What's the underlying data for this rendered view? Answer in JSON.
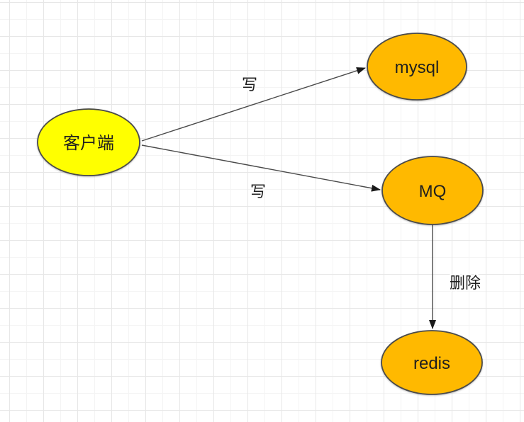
{
  "diagram": {
    "nodes": [
      {
        "id": "client",
        "label": "客户端",
        "fill": "#FFFF00"
      },
      {
        "id": "mysql",
        "label": "mysql",
        "fill": "#FFB900"
      },
      {
        "id": "mq",
        "label": "MQ",
        "fill": "#FFB900"
      },
      {
        "id": "redis",
        "label": "redis",
        "fill": "#FFB900"
      }
    ],
    "edges": [
      {
        "from": "客户端",
        "to": "mysql",
        "label": "写"
      },
      {
        "from": "客户端",
        "to": "MQ",
        "label": "写"
      },
      {
        "from": "MQ",
        "to": "redis",
        "label": "删除"
      }
    ],
    "colors": {
      "client_fill": "#FFFF00",
      "service_fill": "#FFB900",
      "node_border": "#4a4a4a",
      "edge_line": "#4a4a4a",
      "arrowhead": "#1a1a1a",
      "text": "#1f1f1f",
      "grid_minor": "#f4f4f4",
      "grid_major": "#e7e7e7",
      "canvas_bg": "#ffffff"
    }
  }
}
